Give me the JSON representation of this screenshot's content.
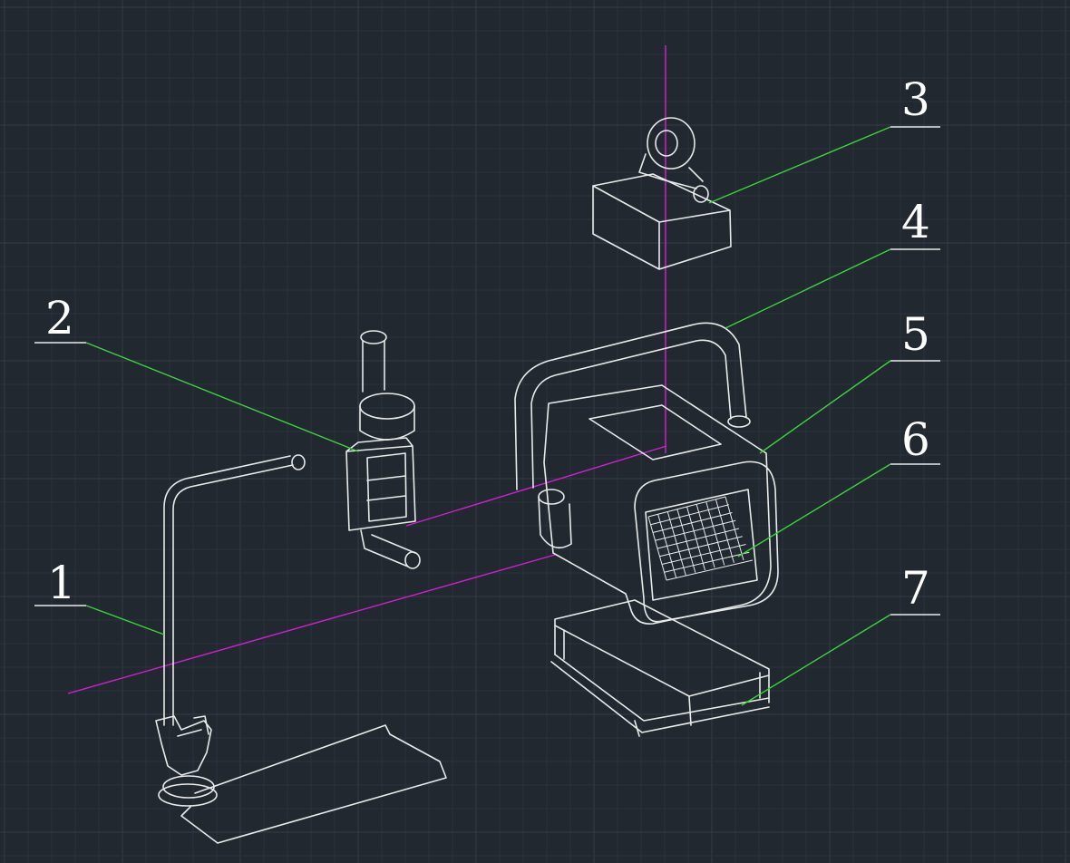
{
  "callouts": [
    {
      "id": "1",
      "text": "1"
    },
    {
      "id": "2",
      "text": "2"
    },
    {
      "id": "3",
      "text": "3"
    },
    {
      "id": "4",
      "text": "4"
    },
    {
      "id": "5",
      "text": "5"
    },
    {
      "id": "6",
      "text": "6"
    },
    {
      "id": "7",
      "text": "7"
    }
  ],
  "colors": {
    "background": "#212830",
    "grid_minor": "#2b323b",
    "grid_major": "#353d47",
    "geometry": "#e8eaea",
    "leader": "#3cd23c",
    "axis": "#d21ed2",
    "label": "#ffffff"
  }
}
